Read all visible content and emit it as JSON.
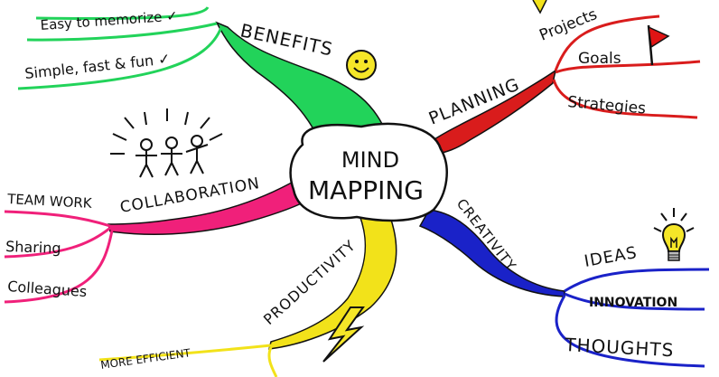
{
  "center": {
    "line1": "MIND",
    "line2": "MAPPING"
  },
  "branches": {
    "benefits": {
      "label": "BENEFITS",
      "color": "#22d35a",
      "items": [
        "Easy to memorize ✓",
        "Simple, fast & fun ✓"
      ]
    },
    "planning": {
      "label": "PLANNING",
      "color": "#d91c1c",
      "items": [
        "Projects",
        "Goals",
        "Strategies"
      ]
    },
    "collaboration": {
      "label": "COLLABORATION",
      "color": "#f0207a",
      "items": [
        "TEAM WORK",
        "Sharing",
        "Colleagues"
      ]
    },
    "creativity": {
      "label": "CREATIVITY",
      "color": "#1a22c8",
      "items": [
        "IDEAS",
        "INNOVATION",
        "THOUGHTS"
      ]
    },
    "productivity": {
      "label": "PRODUCTIVITY",
      "color": "#f2e21a",
      "items": [
        "MORE EFFICIENT"
      ]
    }
  },
  "icons": [
    "smiley-icon",
    "red-flag-icon",
    "stick-figures-icon",
    "light-bulb-icon",
    "lightning-bolt-icon"
  ]
}
